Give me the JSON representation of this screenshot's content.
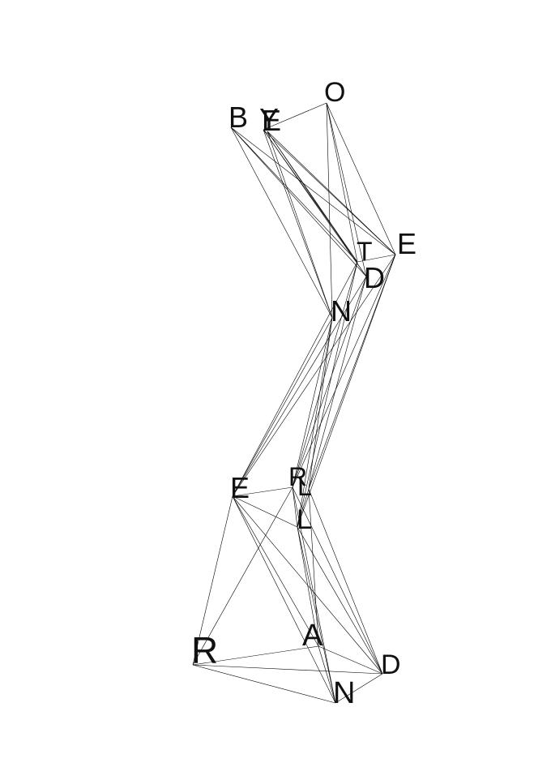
{
  "diagram": {
    "type": "network-graph",
    "edge_color": "#000000",
    "label_color": "#111111",
    "background": "#ffffff",
    "nodes": [
      {
        "id": "n1",
        "label": "B"
      },
      {
        "id": "n2",
        "label": "Y"
      },
      {
        "id": "n3",
        "label": "E"
      },
      {
        "id": "n4",
        "label": "O"
      },
      {
        "id": "n5",
        "label": "T"
      },
      {
        "id": "n6",
        "label": "E"
      },
      {
        "id": "n7",
        "label": "D"
      },
      {
        "id": "n8",
        "label": "N"
      },
      {
        "id": "n9",
        "label": "E"
      },
      {
        "id": "n10",
        "label": "R"
      },
      {
        "id": "n11",
        "label": "L"
      },
      {
        "id": "n12",
        "label": "L"
      },
      {
        "id": "n13",
        "label": "R"
      },
      {
        "id": "n14",
        "label": "A"
      },
      {
        "id": "n15",
        "label": "D"
      },
      {
        "id": "n16",
        "label": "N"
      }
    ],
    "edges": [
      [
        "n1",
        "n5"
      ],
      [
        "n1",
        "n6"
      ],
      [
        "n1",
        "n8"
      ],
      [
        "n1",
        "n7"
      ],
      [
        "n2",
        "n4"
      ],
      [
        "n2",
        "n5"
      ],
      [
        "n2",
        "n6"
      ],
      [
        "n2",
        "n7"
      ],
      [
        "n2",
        "n8"
      ],
      [
        "n3",
        "n5"
      ],
      [
        "n3",
        "n7"
      ],
      [
        "n3",
        "n8"
      ],
      [
        "n3",
        "n6"
      ],
      [
        "n4",
        "n5"
      ],
      [
        "n4",
        "n6"
      ],
      [
        "n4",
        "n7"
      ],
      [
        "n4",
        "n8"
      ],
      [
        "n5",
        "n6"
      ],
      [
        "n5",
        "n9"
      ],
      [
        "n5",
        "n10"
      ],
      [
        "n5",
        "n12"
      ],
      [
        "n6",
        "n9"
      ],
      [
        "n6",
        "n10"
      ],
      [
        "n6",
        "n11"
      ],
      [
        "n6",
        "n12"
      ],
      [
        "n7",
        "n9"
      ],
      [
        "n7",
        "n10"
      ],
      [
        "n7",
        "n11"
      ],
      [
        "n8",
        "n9"
      ],
      [
        "n8",
        "n10"
      ],
      [
        "n8",
        "n11"
      ],
      [
        "n8",
        "n12"
      ],
      [
        "n9",
        "n10"
      ],
      [
        "n9",
        "n12"
      ],
      [
        "n9",
        "n13"
      ],
      [
        "n9",
        "n14"
      ],
      [
        "n9",
        "n16"
      ],
      [
        "n9",
        "n15"
      ],
      [
        "n10",
        "n12"
      ],
      [
        "n10",
        "n13"
      ],
      [
        "n10",
        "n15"
      ],
      [
        "n10",
        "n16"
      ],
      [
        "n11",
        "n12"
      ],
      [
        "n11",
        "n14"
      ],
      [
        "n11",
        "n15"
      ],
      [
        "n12",
        "n14"
      ],
      [
        "n12",
        "n16"
      ],
      [
        "n12",
        "n15"
      ],
      [
        "n13",
        "n14"
      ],
      [
        "n13",
        "n15"
      ],
      [
        "n13",
        "n16"
      ],
      [
        "n14",
        "n15"
      ],
      [
        "n14",
        "n16"
      ],
      [
        "n15",
        "n16"
      ]
    ]
  }
}
